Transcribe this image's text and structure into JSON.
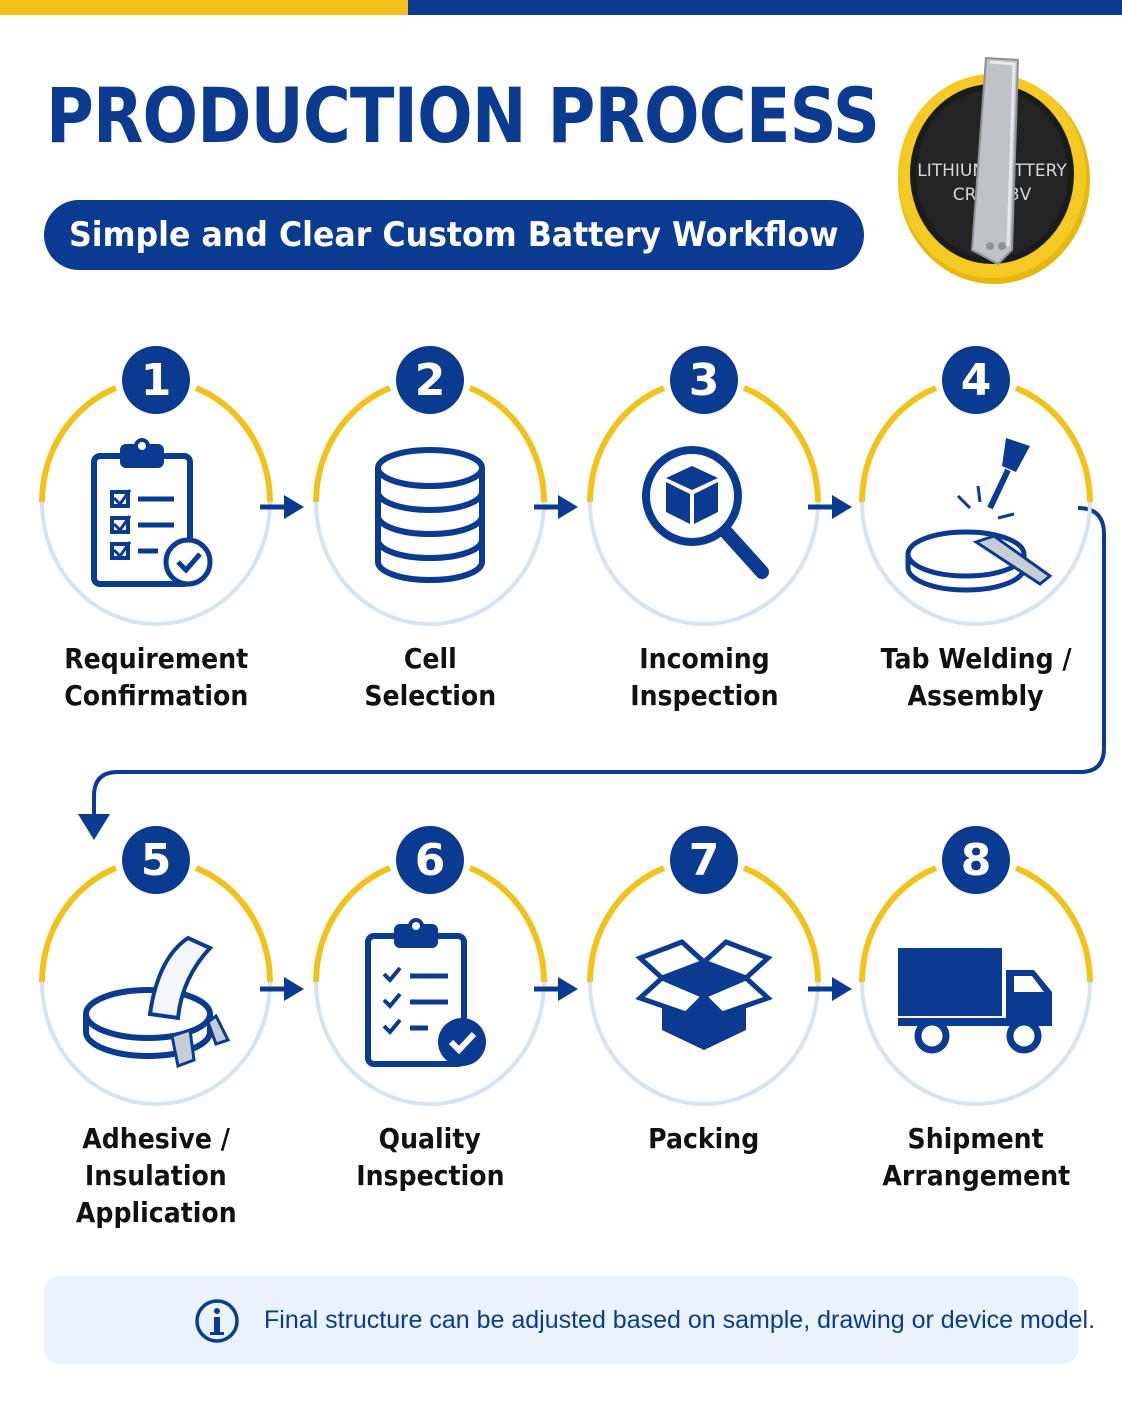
{
  "header": {
    "title": "PRODUCTION PROCESS",
    "subtitle": "Simple and Clear Custom Battery Workflow"
  },
  "product_image": {
    "icon": "coin-cell-battery-with-tab",
    "label_line1": "LITHIUM BATTERY",
    "label_line2": "CR2 0 3V"
  },
  "colors": {
    "primary_blue": "#0b3a91",
    "accent_yellow": "#f2c21b",
    "ring_light": "#d6e3f3",
    "note_bg": "#eaf2fb"
  },
  "steps": [
    {
      "number": "1",
      "label_lines": [
        "Requirement",
        "Confirmation"
      ],
      "icon": "clipboard-checklist-icon"
    },
    {
      "number": "2",
      "label_lines": [
        "Cell",
        "Selection"
      ],
      "icon": "stacked-cells-icon"
    },
    {
      "number": "3",
      "label_lines": [
        "Incoming",
        "Inspection"
      ],
      "icon": "magnifier-box-icon"
    },
    {
      "number": "4",
      "label_lines": [
        "Tab Welding /",
        "Assembly"
      ],
      "icon": "welding-coin-cell-icon"
    },
    {
      "number": "5",
      "label_lines": [
        "Adhesive /",
        "Insulation",
        "Application"
      ],
      "icon": "adhesive-cell-icon"
    },
    {
      "number": "6",
      "label_lines": [
        "Quality",
        "Inspection"
      ],
      "icon": "clipboard-approved-icon"
    },
    {
      "number": "7",
      "label_lines": [
        "Packing"
      ],
      "icon": "open-box-icon"
    },
    {
      "number": "8",
      "label_lines": [
        "Shipment",
        "Arrangement"
      ],
      "icon": "delivery-truck-icon"
    }
  ],
  "note": {
    "icon": "info-icon",
    "text": "Final structure can be adjusted based on sample, drawing or device model."
  }
}
